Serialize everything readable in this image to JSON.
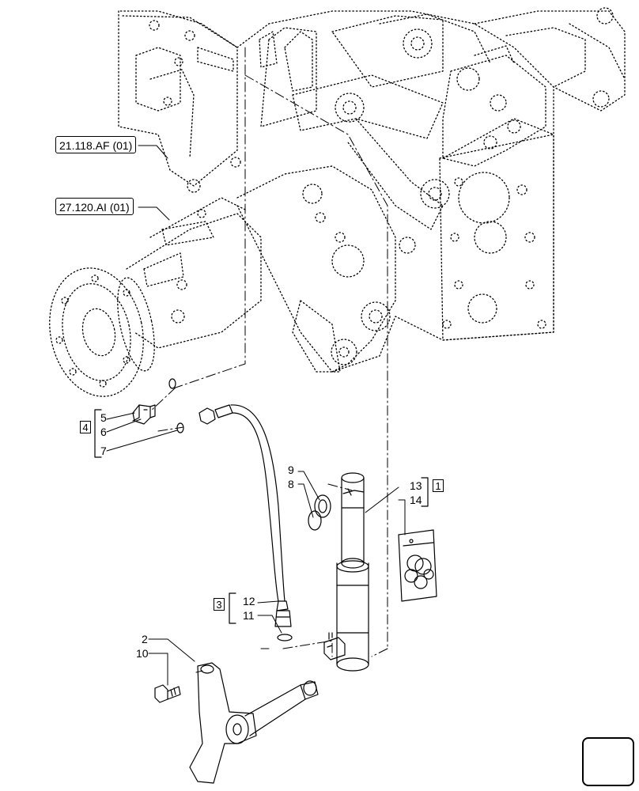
{
  "references": [
    {
      "id": "ref-21-118",
      "label": "21.118.AF (01)"
    },
    {
      "id": "ref-27-120",
      "label": "27.120.AI (01)"
    }
  ],
  "groups": [
    {
      "id": "group-4",
      "label": "4"
    },
    {
      "id": "group-3",
      "label": "3"
    },
    {
      "id": "group-1",
      "label": "1"
    }
  ],
  "callouts": [
    {
      "id": "c5",
      "label": "5"
    },
    {
      "id": "c6",
      "label": "6"
    },
    {
      "id": "c7",
      "label": "7"
    },
    {
      "id": "c9",
      "label": "9"
    },
    {
      "id": "c8",
      "label": "8"
    },
    {
      "id": "c13",
      "label": "13"
    },
    {
      "id": "c14",
      "label": "14"
    },
    {
      "id": "c12",
      "label": "12"
    },
    {
      "id": "c11",
      "label": "11"
    },
    {
      "id": "c2",
      "label": "2"
    },
    {
      "id": "c10",
      "label": "10"
    }
  ],
  "icons": {
    "nav": "next-page-arrow-icon"
  }
}
